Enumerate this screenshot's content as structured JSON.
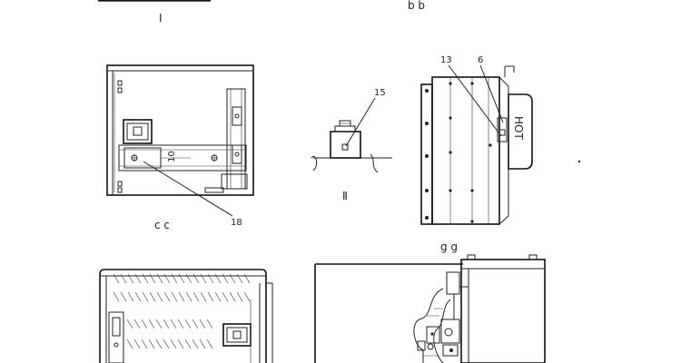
{
  "views": {
    "top_left": "Ⅰ",
    "top_right": "b b",
    "mid_left": "c c",
    "mid_center": "Ⅱ",
    "mid_right": "g g"
  },
  "callouts": {
    "c13": "13",
    "c6": "6",
    "c15": "15",
    "c18": "18",
    "dim10": "10",
    "hot": "HOT"
  }
}
